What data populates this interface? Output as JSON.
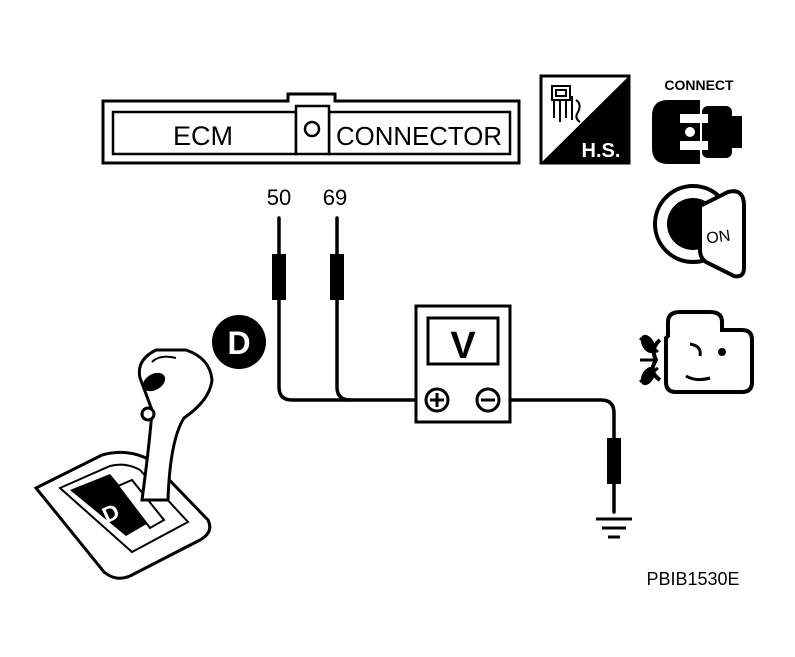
{
  "connector": {
    "ecm_label": "ECM",
    "connector_label": "CONNECTOR"
  },
  "terminals": [
    "50",
    "69"
  ],
  "voltmeter": {
    "display": "V",
    "plus": "+",
    "minus": "−"
  },
  "icons": {
    "harness_side": {
      "name": "harness-side-icon",
      "text": "H.S."
    },
    "connect": {
      "name": "connect-icon",
      "label": "CONNECT"
    },
    "ignition": {
      "name": "ignition-switch-icon",
      "label": "ON"
    },
    "engine": {
      "name": "engine-running-icon"
    }
  },
  "gear": {
    "badge": "D",
    "slot_label": "D"
  },
  "figure_code": "PBIB1530E"
}
